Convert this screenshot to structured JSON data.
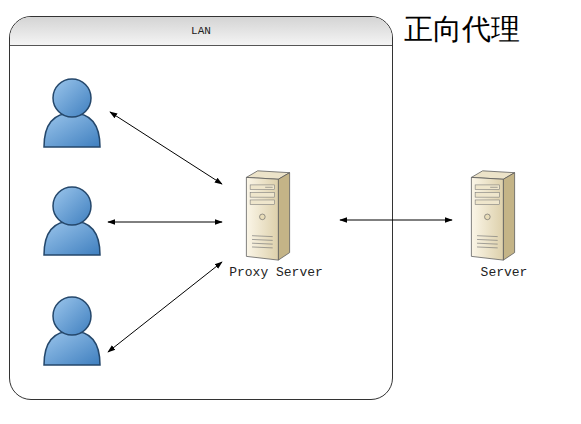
{
  "diagram": {
    "title": "正向代理",
    "nodes": [
      {
        "text": [
          "LAN"
        ]
      },
      {
        "text": [
          "Proxy Server"
        ],
        "in": 0
      },
      {
        "text": [
          "Server"
        ]
      }
    ],
    "edges": [
      {
        "from": 1,
        "to": 2,
        "arrow": "both"
      }
    ]
  }
}
